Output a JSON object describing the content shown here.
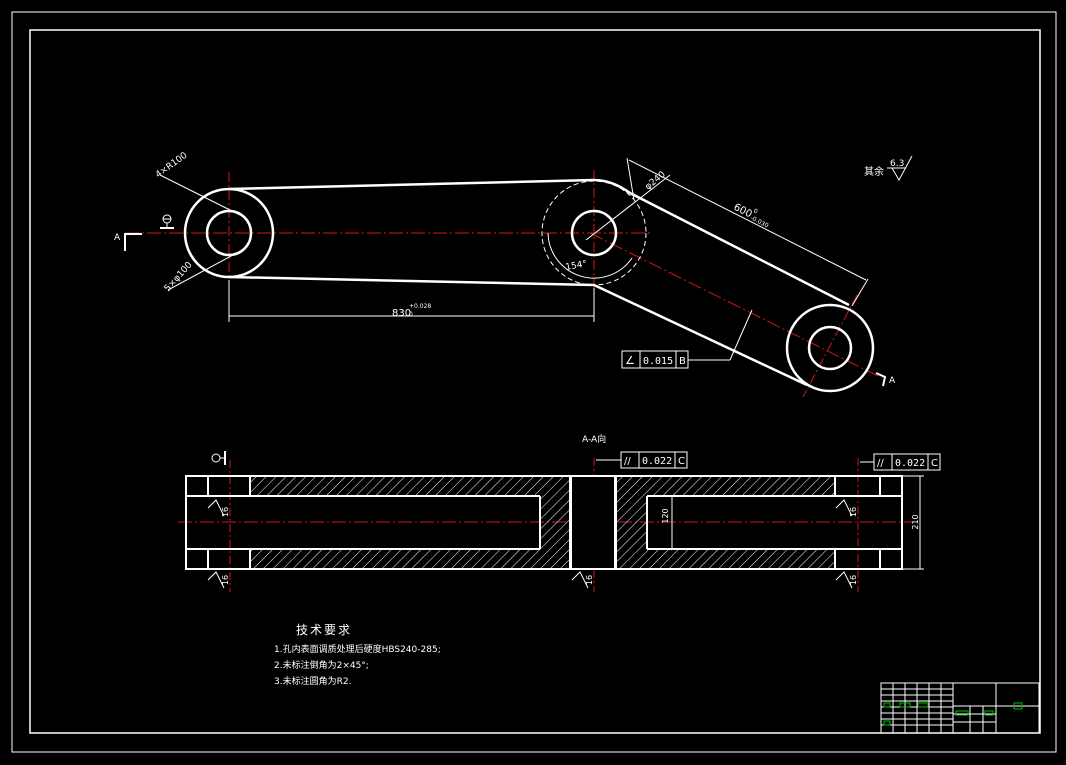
{
  "colors": {
    "background": "#000000",
    "line": "#ffffff",
    "center_line": "#d01818",
    "hatch": "#ffffff",
    "title_block_accent": "#00c000"
  },
  "surface_finish": {
    "label": "其余",
    "value": "6.3"
  },
  "top_view": {
    "section_mark_left": "A",
    "section_mark_right": "A",
    "dim_hole_left_top": "4×R100",
    "dim_hole_left_bottom": "5×φ100",
    "dim_hole_mid": "φ240",
    "dim_angle": "154°",
    "dim_length_830": "830",
    "dim_length_830_tol_upper": "+0.028",
    "dim_length_830_tol_lower": "0",
    "dim_length_600": "600",
    "dim_length_600_tol_upper": "0",
    "dim_length_600_tol_lower": "-0.030",
    "fcf_symbol": "∠",
    "fcf_value": "0.015",
    "fcf_datum": "B"
  },
  "section_view": {
    "title": "A-A向",
    "fcf1_symbol": "//",
    "fcf1_value": "0.022",
    "fcf1_datum": "C",
    "fcf2_symbol": "//",
    "fcf2_value": "0.022",
    "fcf2_datum": "C",
    "dim_inner_gap": "120",
    "dim_overall_height": "210",
    "dim_thickness": "16"
  },
  "tech_requirements": {
    "heading": "技术要求",
    "items": [
      "1.孔内表面调质处理后硬度HBS240-285;",
      "2.未标注倒角为2×45°;",
      "3.未标注圆角为R2."
    ]
  }
}
